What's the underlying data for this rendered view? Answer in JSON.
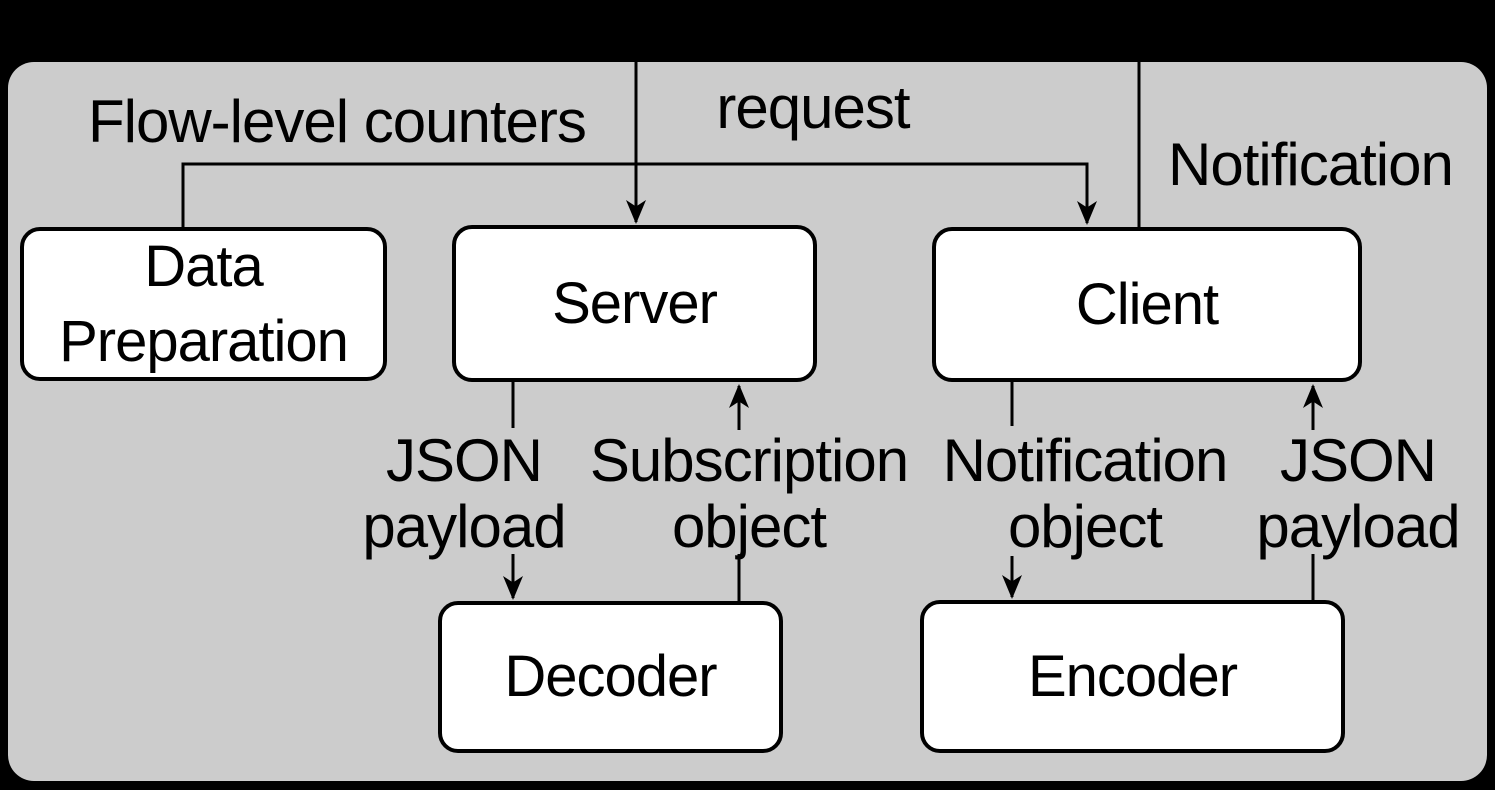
{
  "colors": {
    "background": "#000000",
    "panel_fill": "#cccccc",
    "node_fill": "#ffffff",
    "node_border": "#000000",
    "line": "#000000",
    "text": "#000000"
  },
  "labels": {
    "flow_level_counters": "Flow-level counters",
    "request": "request",
    "notification": "Notification"
  },
  "nodes": {
    "data_preparation": {
      "line1": "Data",
      "line2": "Preparation"
    },
    "server": {
      "label": "Server"
    },
    "client": {
      "label": "Client"
    },
    "decoder": {
      "label": "Decoder"
    },
    "encoder": {
      "label": "Encoder"
    }
  },
  "edges": {
    "json_payload_left": {
      "line1": "JSON",
      "line2": "payload",
      "direction": "server-to-decoder"
    },
    "subscription_object": {
      "line1": "Subscription",
      "line2": "object",
      "direction": "decoder-to-server"
    },
    "notification_object": {
      "line1": "Notification",
      "line2": "object",
      "direction": "client-to-encoder"
    },
    "json_payload_right": {
      "line1": "JSON",
      "line2": "payload",
      "direction": "encoder-to-client"
    },
    "flow_level_counters": {
      "direction": "data-preparation-to-client"
    },
    "request": {
      "direction": "top-to-server"
    },
    "notification": {
      "direction": "client-to-top"
    }
  }
}
